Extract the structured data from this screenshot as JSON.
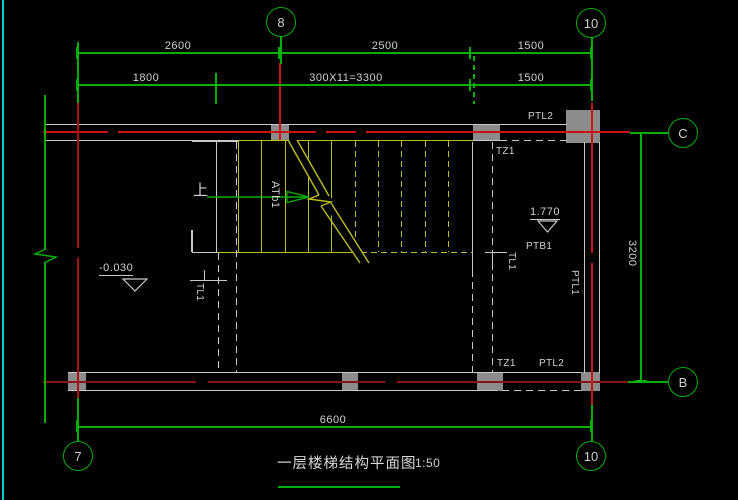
{
  "title_block": {
    "title": "一层楼梯结构平面图",
    "scale": "1:50"
  },
  "grid_bubbles": {
    "top_left": "8",
    "top_right": "10",
    "right_top": "C",
    "right_bottom": "B",
    "bottom_left": "7",
    "bottom_right": "10"
  },
  "dimensions": {
    "top_row1": [
      "2600",
      "2500",
      "1500"
    ],
    "top_row2": [
      "1800",
      "300X11=3300",
      "1500"
    ],
    "bottom_total": "6600",
    "right_side": "3200"
  },
  "member_labels": {
    "ptl2_top": "PTL2",
    "tz1_top": "TZ1",
    "ptb1": "PTB1",
    "ptl1": "PTL1",
    "tl1_left": "TL1",
    "tl1_right": "TL1",
    "tz1_bottom": "TZ1",
    "ptl2_bottom": "PTL2",
    "stair_flight": "ATb1",
    "up_direction": "上"
  },
  "elevations": {
    "floor": "-0.030",
    "landing": "1.770"
  },
  "colors": {
    "background": "#000000",
    "grid_green": "#00b000",
    "axis_red": "#c81414",
    "axis_dark_red": "#8b1212",
    "stair_yellow": "#bdbd1e",
    "line_gray": "#c8c8c8",
    "column_gray": "#8c8c8c",
    "margin_cyan": "#00cccc"
  }
}
